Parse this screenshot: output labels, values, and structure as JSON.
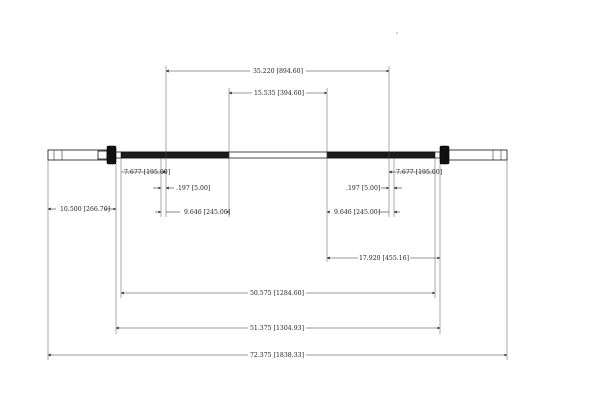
{
  "dimensions": {
    "top_outer": "35.220 [894.60]",
    "top_inner": "15.535 [394.60]",
    "left_knurl_start": "7.677 [195.00]",
    "left_gap": ".197 [5.00]",
    "left_knurl_length": "9.646 [245.00]",
    "right_knurl_start": "7.677 [195.00]",
    "right_gap": ".197 [5.00]",
    "right_knurl_length": "9.646 [245.00]",
    "left_sleeve": "10.500 [266.70]",
    "right_half": "17.920 [455.16]",
    "inside_collars": "50.575 [1284.60]",
    "outside_collars": "51.375 [1304.93]",
    "overall": "72.375 [1838.33]"
  }
}
